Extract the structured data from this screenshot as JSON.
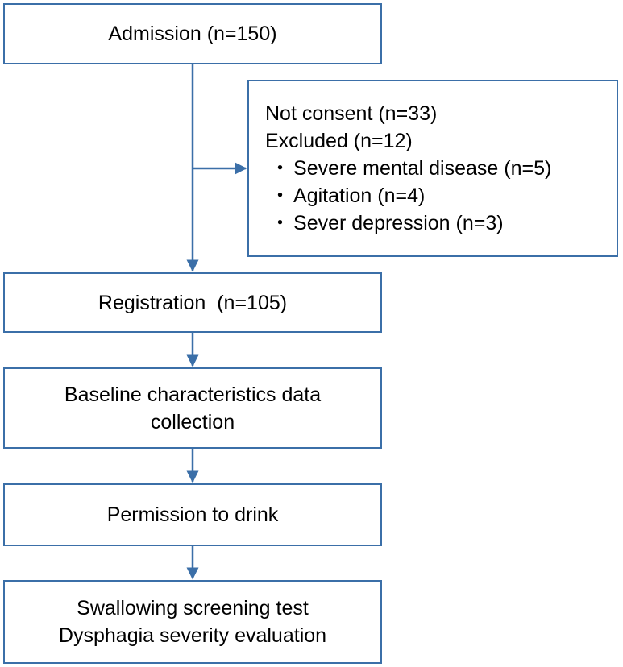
{
  "diagram": {
    "admission": {
      "label": "Admission (n=150)"
    },
    "exclusion": {
      "not_consent": "Not consent (n=33)",
      "excluded": "Excluded (n=12)",
      "items": [
        {
          "bullet": "・",
          "text": "Severe mental disease (n=5)"
        },
        {
          "bullet": "・",
          "text": "Agitation (n=4)"
        },
        {
          "bullet": "・",
          "text": "Sever depression (n=3)"
        }
      ]
    },
    "registration": {
      "label": "Registration  (n=105)"
    },
    "baseline": {
      "line1": "Baseline characteristics data",
      "line2": "collection"
    },
    "permission": {
      "label": "Permission to drink"
    },
    "screening": {
      "line1": "Swallowing screening test",
      "line2": "Dysphagia severity evaluation"
    },
    "colors": {
      "border": "#3b6fa8",
      "arrow": "#3b6fa8",
      "text": "#000000"
    }
  }
}
